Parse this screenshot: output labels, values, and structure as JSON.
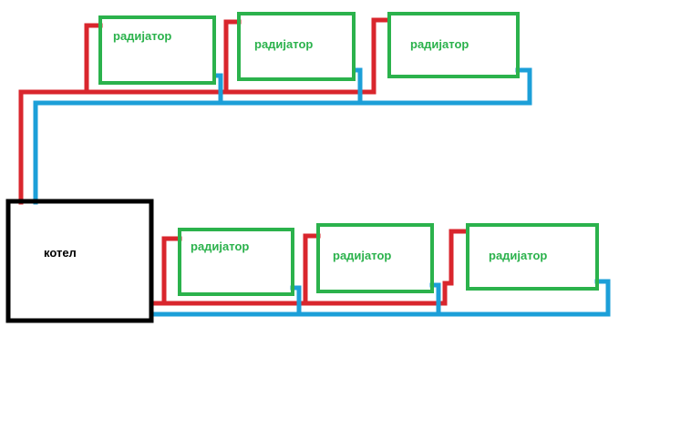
{
  "boiler": {
    "label": "котел"
  },
  "radiators": [
    {
      "label": "радијатор"
    },
    {
      "label": "радијатор"
    },
    {
      "label": "радијатор"
    },
    {
      "label": "радијатор"
    },
    {
      "label": "радијатор"
    },
    {
      "label": "радијатор"
    }
  ],
  "colors": {
    "supply_pipe": "#d9262d",
    "return_pipe": "#1c9fd8",
    "radiator": "#2bb24c",
    "boiler": "#000000",
    "radiator_text": "#2bb24c",
    "boiler_text": "#000000"
  }
}
